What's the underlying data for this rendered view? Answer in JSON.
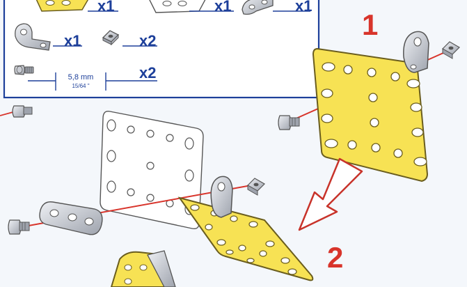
{
  "parts_list": {
    "items": [
      {
        "part": "flat-plate",
        "qty": "x1"
      },
      {
        "part": "flat-plate-outline",
        "qty": "x1"
      },
      {
        "part": "angle-bracket",
        "qty": "x1"
      },
      {
        "part": "angle-bracket",
        "qty": "x1"
      },
      {
        "part": "square-nut",
        "qty": "x2"
      },
      {
        "part": "bolt",
        "qty": "x2"
      }
    ],
    "bolt_length_mm": "5,8 mm",
    "bolt_length_in": "15/64 \""
  },
  "steps": {
    "step1": "1",
    "step2": "2"
  },
  "colors": {
    "frame": "#1d3f9a",
    "plate_yellow": "#f7e254",
    "plate_edge": "#6a5d1e",
    "axis_line": "#d8342b",
    "step_number": "#d8342b",
    "arrow_outline": "#c8332a",
    "metal": "#c9ccd3"
  }
}
